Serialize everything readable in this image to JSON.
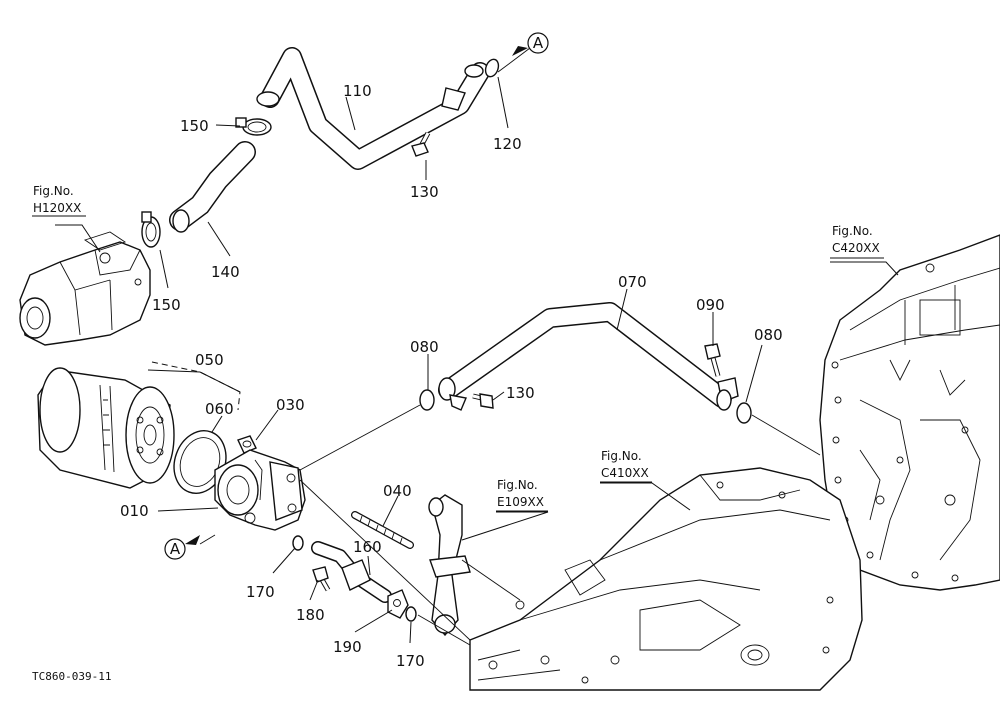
{
  "part_labels": {
    "p110": "110",
    "p120": "120",
    "p130_top": "130",
    "p150_top": "150",
    "p140": "140",
    "p150_mid": "150",
    "p070": "070",
    "p090": "090",
    "p080_left": "080",
    "p080_right": "080",
    "p130_mid": "130",
    "p050": "050",
    "p060": "060",
    "p030": "030",
    "p010": "010",
    "p040": "040",
    "p160": "160",
    "p170_left": "170",
    "p180": "180",
    "p190": "190",
    "p170_bottom": "170"
  },
  "figure_refs": [
    {
      "title": "Fig.No.",
      "code": "H120XX"
    },
    {
      "title": "Fig.No.",
      "code": "C420XX"
    },
    {
      "title": "Fig.No.",
      "code": "E109XX"
    },
    {
      "title": "Fig.No.",
      "code": "C410XX"
    }
  ],
  "connection_markers": {
    "top": "A",
    "bottom": "A"
  },
  "drawing_code": "TC860-039-11"
}
